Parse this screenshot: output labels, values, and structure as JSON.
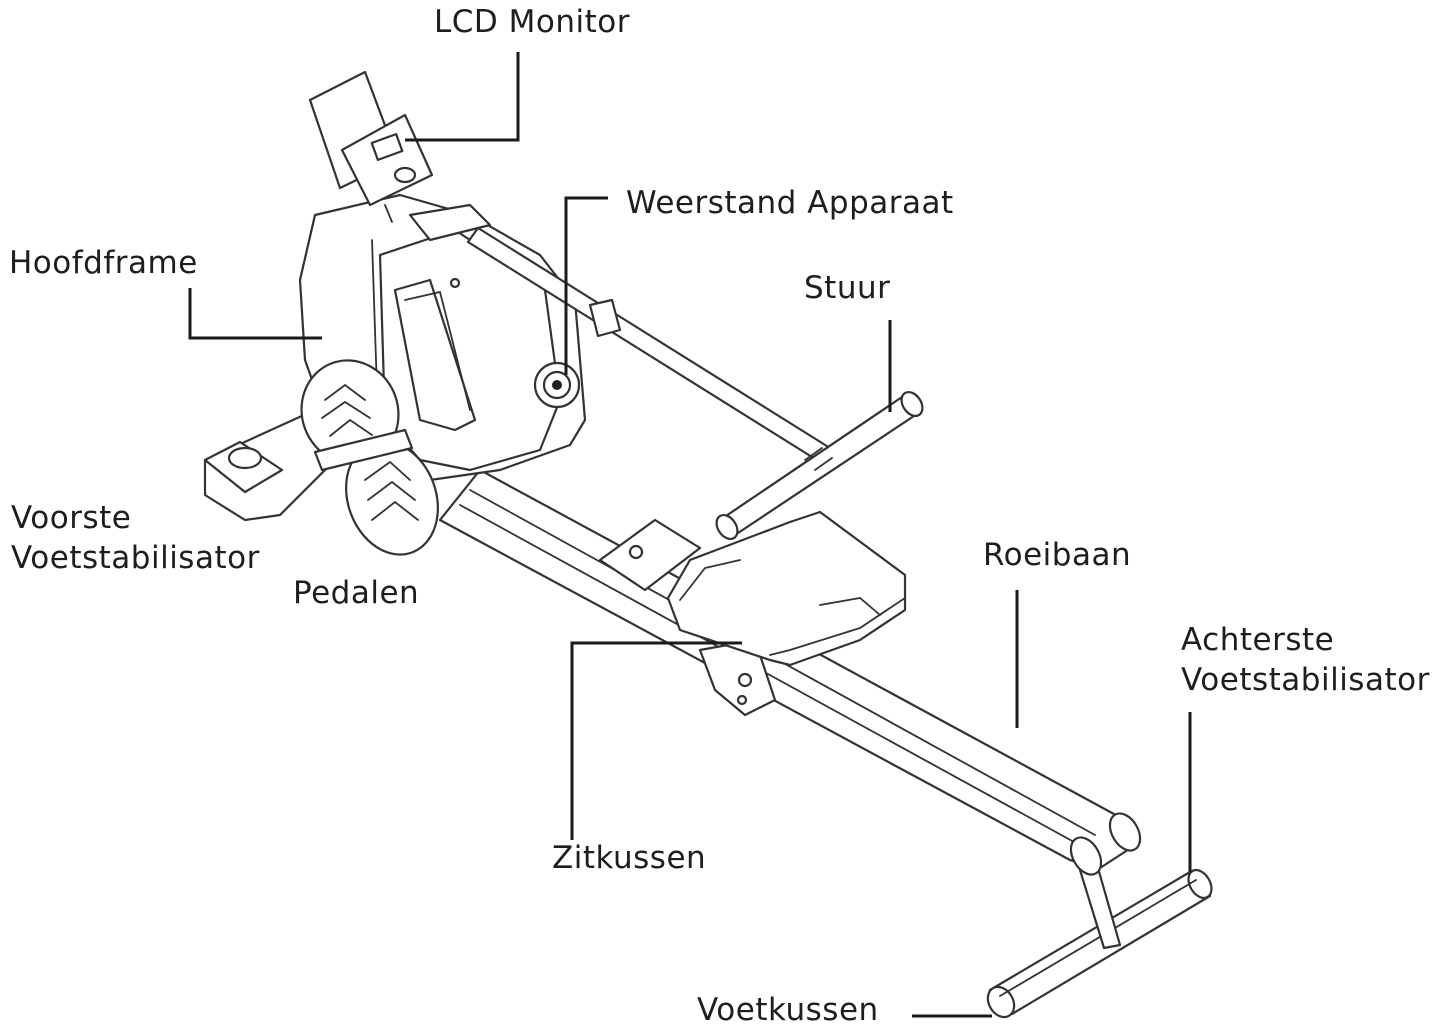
{
  "labels": {
    "lcd_monitor": "LCD Monitor",
    "weerstand_apparaat": "Weerstand Apparaat",
    "hoofdframe": "Hoofdframe",
    "stuur": "Stuur",
    "voorste_1": "Voorste",
    "voorste_2": "Voetstabilisator",
    "pedalen": "Pedalen",
    "roeibaan": "Roeibaan",
    "achterste_1": "Achterste",
    "achterste_2": "Voetstabilisator",
    "zitkussen": "Zitkussen",
    "voetkussen": "Voetkussen"
  }
}
